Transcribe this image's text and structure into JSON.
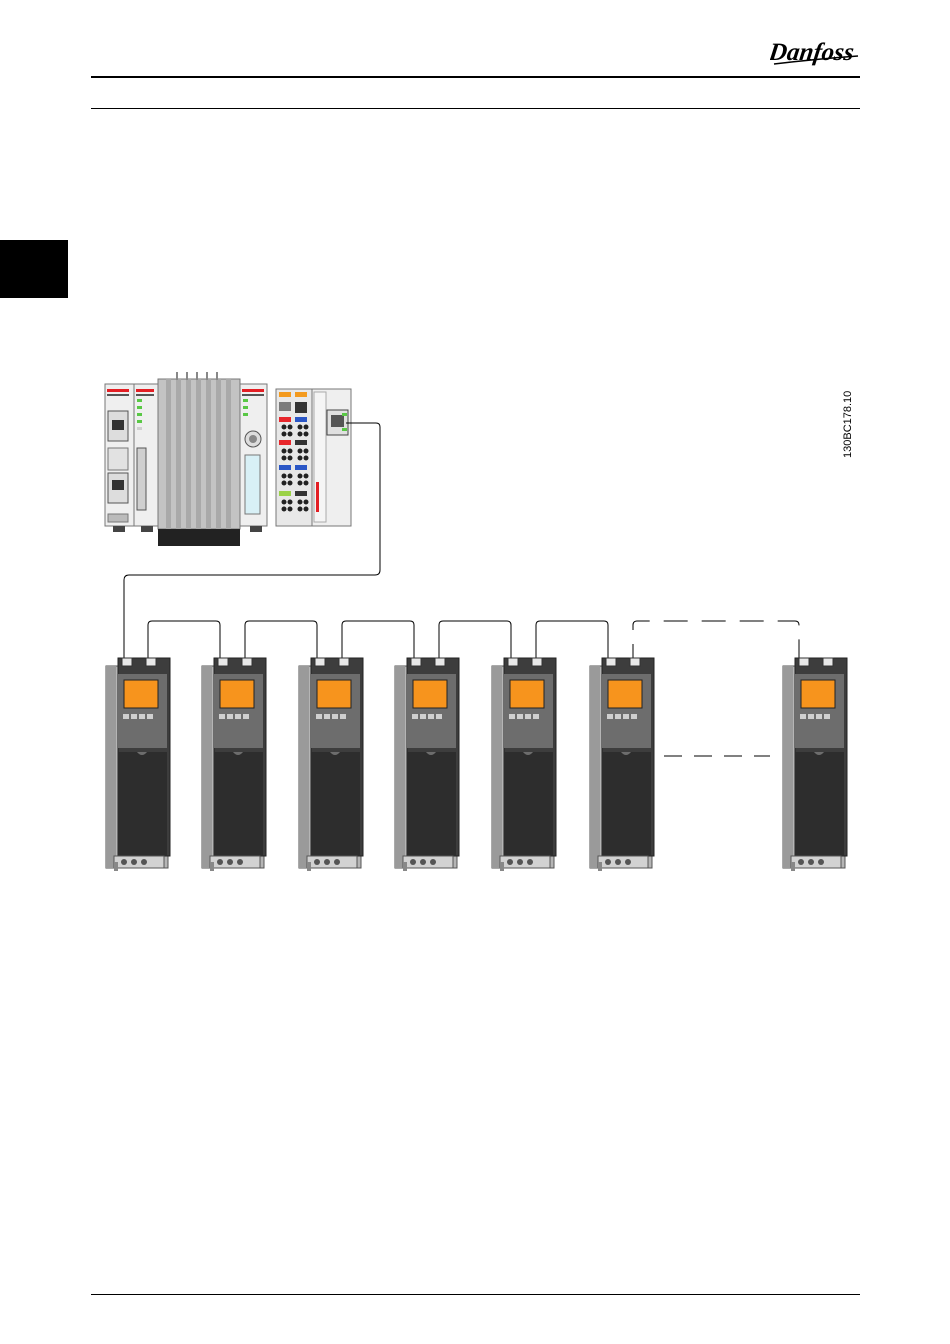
{
  "header": {
    "brand": "Danfoss"
  },
  "figure": {
    "figure_id": "130BC178.10",
    "drive_count_shown": 7
  },
  "colors": {
    "display_orange": "#f7941d",
    "drive_dark": "#3d3d3d",
    "drive_panel": "#6d6d6d",
    "housing_grey": "#b5b5b5",
    "plc_light": "#efefef",
    "led_green": "#59c845",
    "terminal_red": "#e8262b",
    "terminal_blue": "#2a56c6",
    "terminal_orange": "#f39a1e",
    "terminal_lime": "#9bd248"
  }
}
